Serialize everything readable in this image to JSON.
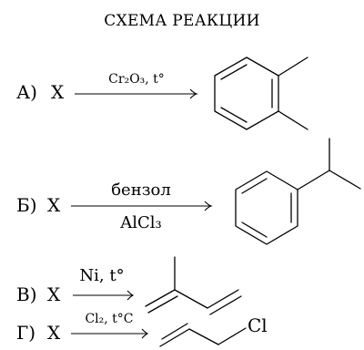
{
  "title": "СХЕМА РЕАКЦИИ",
  "reactions": [
    {
      "label": "А)",
      "reactant": "X",
      "above": "Cr₂O₃, t°",
      "below": ""
    },
    {
      "label": "Б)",
      "reactant": "X",
      "above": "бензол",
      "below": "AlCl₃"
    },
    {
      "label": "В)",
      "reactant": "X",
      "above": "Ni, t°",
      "below": ""
    },
    {
      "label": "Г)",
      "reactant": "X",
      "above": "Cl₂, t°C",
      "below": ""
    }
  ],
  "products": {
    "a_name": "",
    "b_name": "",
    "c_name": "",
    "d_atom": "Cl"
  }
}
